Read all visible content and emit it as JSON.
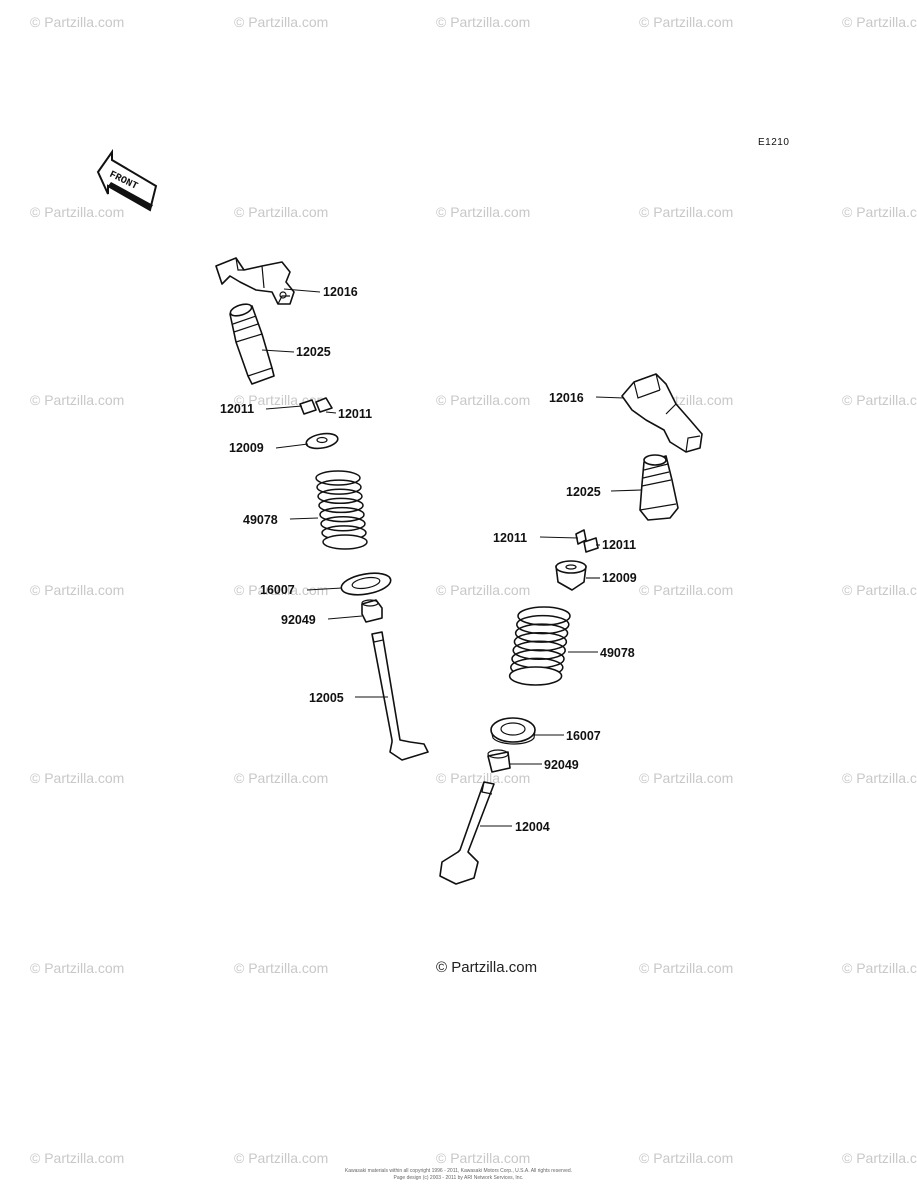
{
  "diagram": {
    "code": "E1210",
    "front_label": "FRONT",
    "watermark": "© Partzilla.com",
    "center_watermark": "© Partzilla.com",
    "copyright_line1": "Kawasaki materials within all copyright 1996 - 2011, Kawasaki Motors Corp., U.S.A. All rights reserved.",
    "copyright_line2": "Page design (c) 2003 - 2011 by ARI Network Services, Inc."
  },
  "parts": [
    {
      "id": "p1",
      "number": "12016"
    },
    {
      "id": "p2",
      "number": "12025"
    },
    {
      "id": "p3",
      "number": "12011"
    },
    {
      "id": "p4",
      "number": "12011"
    },
    {
      "id": "p5",
      "number": "12009"
    },
    {
      "id": "p6",
      "number": "49078"
    },
    {
      "id": "p7",
      "number": "16007"
    },
    {
      "id": "p8",
      "number": "92049"
    },
    {
      "id": "p9",
      "number": "12005"
    },
    {
      "id": "p10",
      "number": "12016"
    },
    {
      "id": "p11",
      "number": "12025"
    },
    {
      "id": "p12",
      "number": "12011"
    },
    {
      "id": "p13",
      "number": "12011"
    },
    {
      "id": "p14",
      "number": "12009"
    },
    {
      "id": "p15",
      "number": "49078"
    },
    {
      "id": "p16",
      "number": "16007"
    },
    {
      "id": "p17",
      "number": "92049"
    },
    {
      "id": "p18",
      "number": "12004"
    }
  ]
}
